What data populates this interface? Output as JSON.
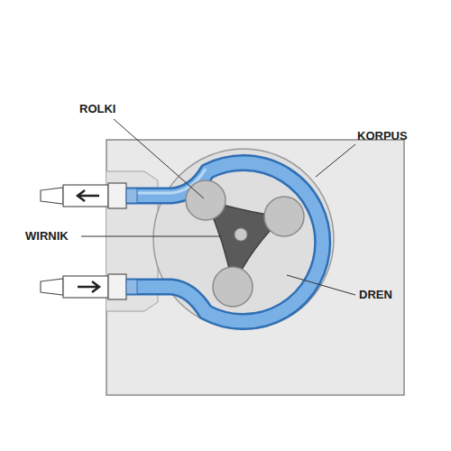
{
  "diagram": {
    "labels": [
      "ROLKI",
      "KORPUS",
      "WIRNIK",
      "DREN"
    ]
  }
}
